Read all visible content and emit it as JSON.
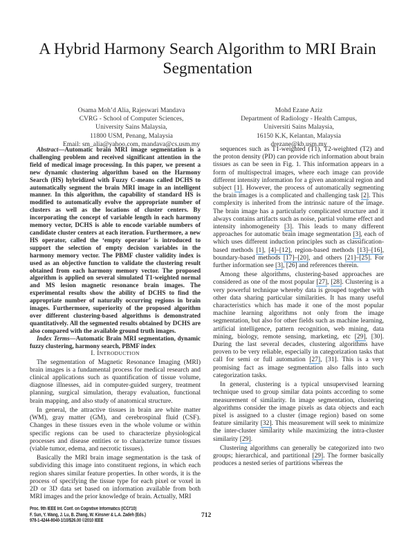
{
  "title_line1": "A Hybrid Harmony Search Algorithm to MRI Brain",
  "title_line2": "Segmentation",
  "authors": [
    {
      "lines": [
        "Osama Moh’d Alia, Rajeswari Mandava",
        "CVRG - School of Computer Sciences,",
        "University Sains Malaysia,",
        "11800 USM, Penang, Malaysia",
        "Email: sm_alia@yahoo.com, mandava@cs.usm.my"
      ]
    },
    {
      "lines": [
        "Mohd Ezane Aziz",
        "Department of Radiology - Health Campus,",
        "Universiti Sains Malaysia,",
        "16150 K.K, Kelantan, Malaysia",
        "drezane@kb.usm.my"
      ]
    }
  ],
  "abstract": {
    "label": "Abstract—",
    "text": "Automatic brain MRI image segmentation is a challenging problem and received significant attention in the field of medical image processing. In this paper, we present a new dynamic clustering algorithm based on the Harmony Search (HS) hybridized with Fuzzy C-means called DCHS to automatically segment the brain MRI image in an intelligent manner. In this algorithm, the capability of standard HS is modified to automatically evolve the appropriate number of clusters as well as the locations of cluster centers. By incorporating the concept of variable length in each harmony memory vector, DCHS is able to encode variable numbers of candidate cluster centers at each iteration. Furthermore, a new HS operator, called the ‘empty operator’ is introduced to support the selection of empty decision variables in the harmony memory vector. The PBMF cluster validity index is used as an objective function to validate the clustering result obtained from each harmony memory vector. The proposed algorithm is applied on several simulated T1-weighted normal and MS lesion magnetic resonance brain images. The experimental results show the ability of DCHS to find the appropriate number of naturally occurring regions in brain images. Furthermore, superiority of the proposed algorithm over different clustering-based algorithms is demonstrated quantitatively. All the segmented results obtained by DCHS are also compared with the available ground truth images.",
    "index_label": "Index Terms—",
    "index_text": "Automatic Brain MRI segmentation, dynamic fuzzy clustering, harmony search, PBMF index"
  },
  "section1": {
    "num": "I. ",
    "first": "I",
    "rest": "NTRODUCTION"
  },
  "left_paragraphs": [
    [
      {
        "t": "The segmentation of Magnetic Resonance Imaging (MRI) brain images is a fundamental process for medical research and clinical applications such as quantification of tissue volume, diagnose illnesses, aid in computer-guided surgery, treatment planning, surgical simulation, therapy evaluation, functional brain mapping, and also study of anatomical structure."
      }
    ],
    [
      {
        "t": "In general, the attractive tissues in brain are white matter (WM), gray matter (GM), and cerebrospinal fluid (CSF). Changes in these tissues even in the whole volume or within specific regions can be used to characterize physiological processes and disease entities or to characterize tumor tissues (viable tumor, edema, and necrotic tissues)."
      }
    ],
    [
      {
        "t": "Basically the MRI brain image segmentation is the task of subdividing this image into constituent regions, in which each region shares similar feature properties. In other words, it is the process of specifying the tissue type for each pixel or voxel in 2D or 3D data set based on information available from both MRI images and the prior knowledge of brain. Actually, MRI"
      }
    ]
  ],
  "right_paragraphs": [
    [
      {
        "t": "sequences such as T1-weighted (T1), T2-weighted (T2) and the proton density (PD) can provide rich information about brain tissues as can be seen in Fig. 1. This information appears in a form of multispectral images, where each image can provide different intensity information for a given anatomical region and subject "
      },
      {
        "t": "[1]",
        "cite": true
      },
      {
        "t": ". However, the process of automatically segmenting the brain images is a complicated and challenging task "
      },
      {
        "t": "[2]",
        "cite": true
      },
      {
        "t": ". This complexity is inherited from the intrinsic nature of the image. The brain image has a particularly complicated structure and it always contains artifacts such as noise, partial volume effect and intensity inhomogeneity "
      },
      {
        "t": "[3]",
        "cite": true
      },
      {
        "t": ". This leads to many different approaches for automatic brain image segmentation "
      },
      {
        "t": "[3]",
        "cite": true
      },
      {
        "t": ", each of which uses different induction principles such as classification-based methods "
      },
      {
        "t": "[1]",
        "cite": true
      },
      {
        "t": ", "
      },
      {
        "t": "[4]–[12]",
        "cite": true
      },
      {
        "t": ", region-based methods "
      },
      {
        "t": "[13]–[16]",
        "cite": true
      },
      {
        "t": ", boundary-based methods "
      },
      {
        "t": "[17]–[20]",
        "cite": true
      },
      {
        "t": ", and others "
      },
      {
        "t": "[21]–[25]",
        "cite": true
      },
      {
        "t": ". For further information see "
      },
      {
        "t": "[3]",
        "cite": true
      },
      {
        "t": ", [26] and references therein."
      }
    ],
    [
      {
        "t": "Among these algorithms, clustering-based approaches are considered as one of the most popular "
      },
      {
        "t": "[27]",
        "cite": true
      },
      {
        "t": ", "
      },
      {
        "t": "[28]",
        "cite": true
      },
      {
        "t": ". Clustering is a very powerful technique whereby data is grouped together with other data sharing particular similarities. It has many useful characteristics which has made it one of the most popular machine learning algorithms not only from the image segmentation, but also for other fields such as machine learning, artificial intelligence, pattern recognition, web mining, data mining, biology, remote sensing, marketing, etc "
      },
      {
        "t": "[29]",
        "cite": true
      },
      {
        "t": ", [30]. During the last several decades, clustering algorithms have proven to be very reliable, especially in categorization tasks that call for semi or full automation "
      },
      {
        "t": "[27]",
        "cite": true
      },
      {
        "t": ", [31]. This is a very promising fact as image segmentation also falls into such categorization tasks."
      }
    ],
    [
      {
        "t": "In general, clustering is a typical unsupervised learning technique used to group similar data points according to some measurement of similarity. In image segmentation, clustering algorithms consider the image pixels as data objects and each pixel is assigned to a cluster (image region) based on some feature similarity "
      },
      {
        "t": "[32]",
        "cite": true
      },
      {
        "t": ". This measurement will seek to minimize the inter-cluster similarity while maximizing the intra-cluster similarity "
      },
      {
        "t": "[29]",
        "cite": true
      },
      {
        "t": "."
      }
    ],
    [
      {
        "t": "Clustering algorithms can generally be categorized into two groups; hierarchical, and partitional "
      },
      {
        "t": "[29]",
        "cite": true
      },
      {
        "t": ". The former basically produces a nested series of partitions whereas the"
      }
    ]
  ],
  "footer": [
    "Proc. 9th IEEE Int. Conf. on Cognitive Informatics (ICCI'10)",
    "F. Sun, Y. Wang, J. Lu, B. Zhang, W. Kinsner & L.A. Zadeh (Eds.)",
    "978-1-4244-8040-1/10/$26.00 ©2010 IEEE"
  ],
  "page_number": "712",
  "colors": {
    "citation_underline": "#5aa0e0"
  }
}
